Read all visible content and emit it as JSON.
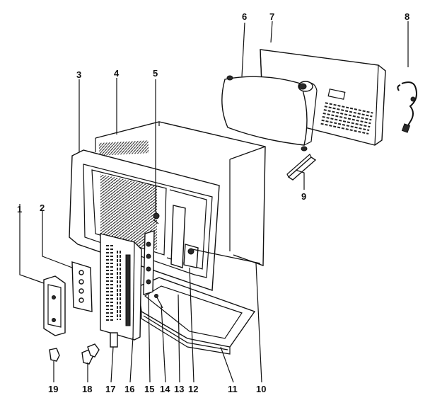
{
  "part_numbers": [
    "1",
    "2",
    "3",
    "4",
    "5",
    "6",
    "7",
    "8",
    "9",
    "10",
    "11",
    "12",
    "13",
    "14",
    "15",
    "16",
    "17",
    "18",
    "19"
  ]
}
